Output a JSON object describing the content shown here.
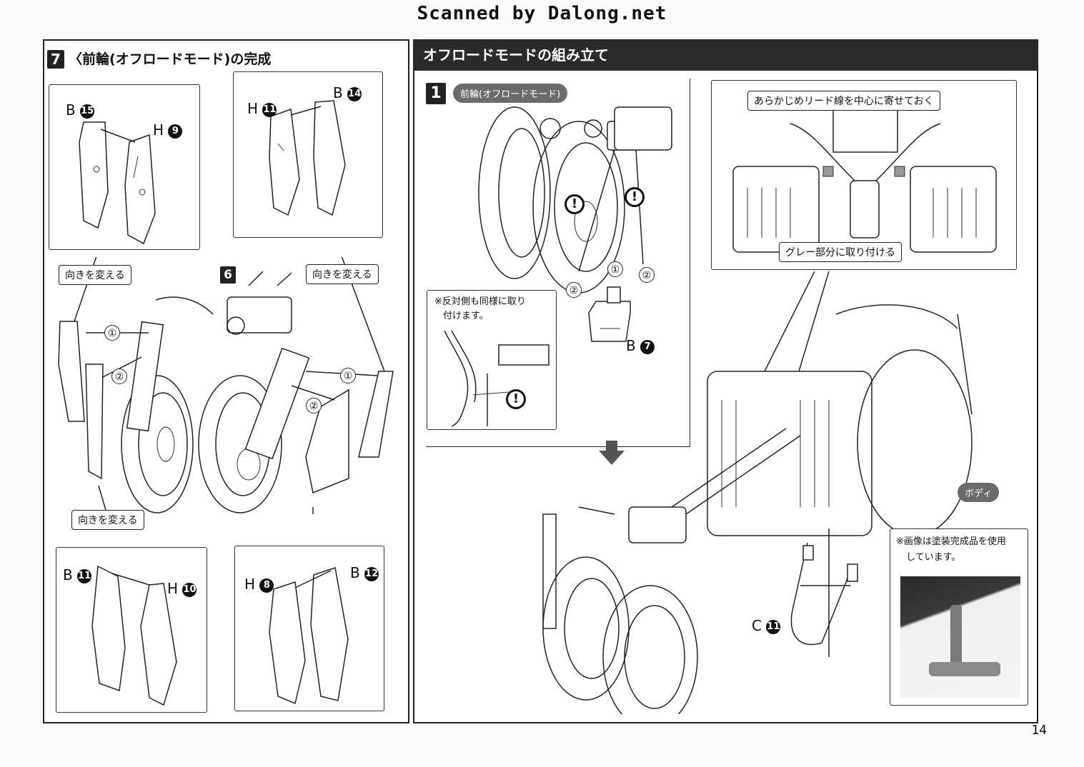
{
  "watermark": "Scanned by Dalong.net",
  "left_panel": {
    "step_number": "7",
    "title": "〈前輪(オフロードモード)の完成",
    "callouts": [
      "向きを変える",
      "向きを変える",
      "向きを変える"
    ],
    "step_ref": "6",
    "boxes": [
      {
        "label_a": "B",
        "num_a": "15",
        "label_b": "H",
        "num_b": "9"
      },
      {
        "label_a": "H",
        "num_a": "11",
        "label_b": "B",
        "num_b": "14"
      },
      {
        "label_a": "B",
        "num_a": "11",
        "label_b": "H",
        "num_b": "10"
      },
      {
        "label_a": "H",
        "num_a": "8",
        "label_b": "B",
        "num_b": "12"
      }
    ],
    "order_marks": [
      "①",
      "②",
      "①",
      "②"
    ]
  },
  "right_panel": {
    "header": "オフロードモードの組み立て",
    "step_number": "1",
    "step_pill": "前輪(オフロードモード)",
    "order_marks": [
      "①",
      "②",
      "②"
    ],
    "part_b7": {
      "label": "B",
      "num": "7"
    },
    "note_box": "※反対側も同様に取り付けます。",
    "note_box_lines": [
      "※反対側も同様に取り",
      "付けます。"
    ],
    "callout_top": "あらかじめリード線を中心に寄せておく",
    "callout_gray": "グレー部分に取り付ける",
    "body_pill": "ボディ",
    "part_c11": {
      "label": "C",
      "num": "11"
    },
    "photo_note_lines": [
      "※画像は塗装完成品を使用",
      "しています。"
    ],
    "warn_symbol": "!"
  },
  "page_number": "14"
}
